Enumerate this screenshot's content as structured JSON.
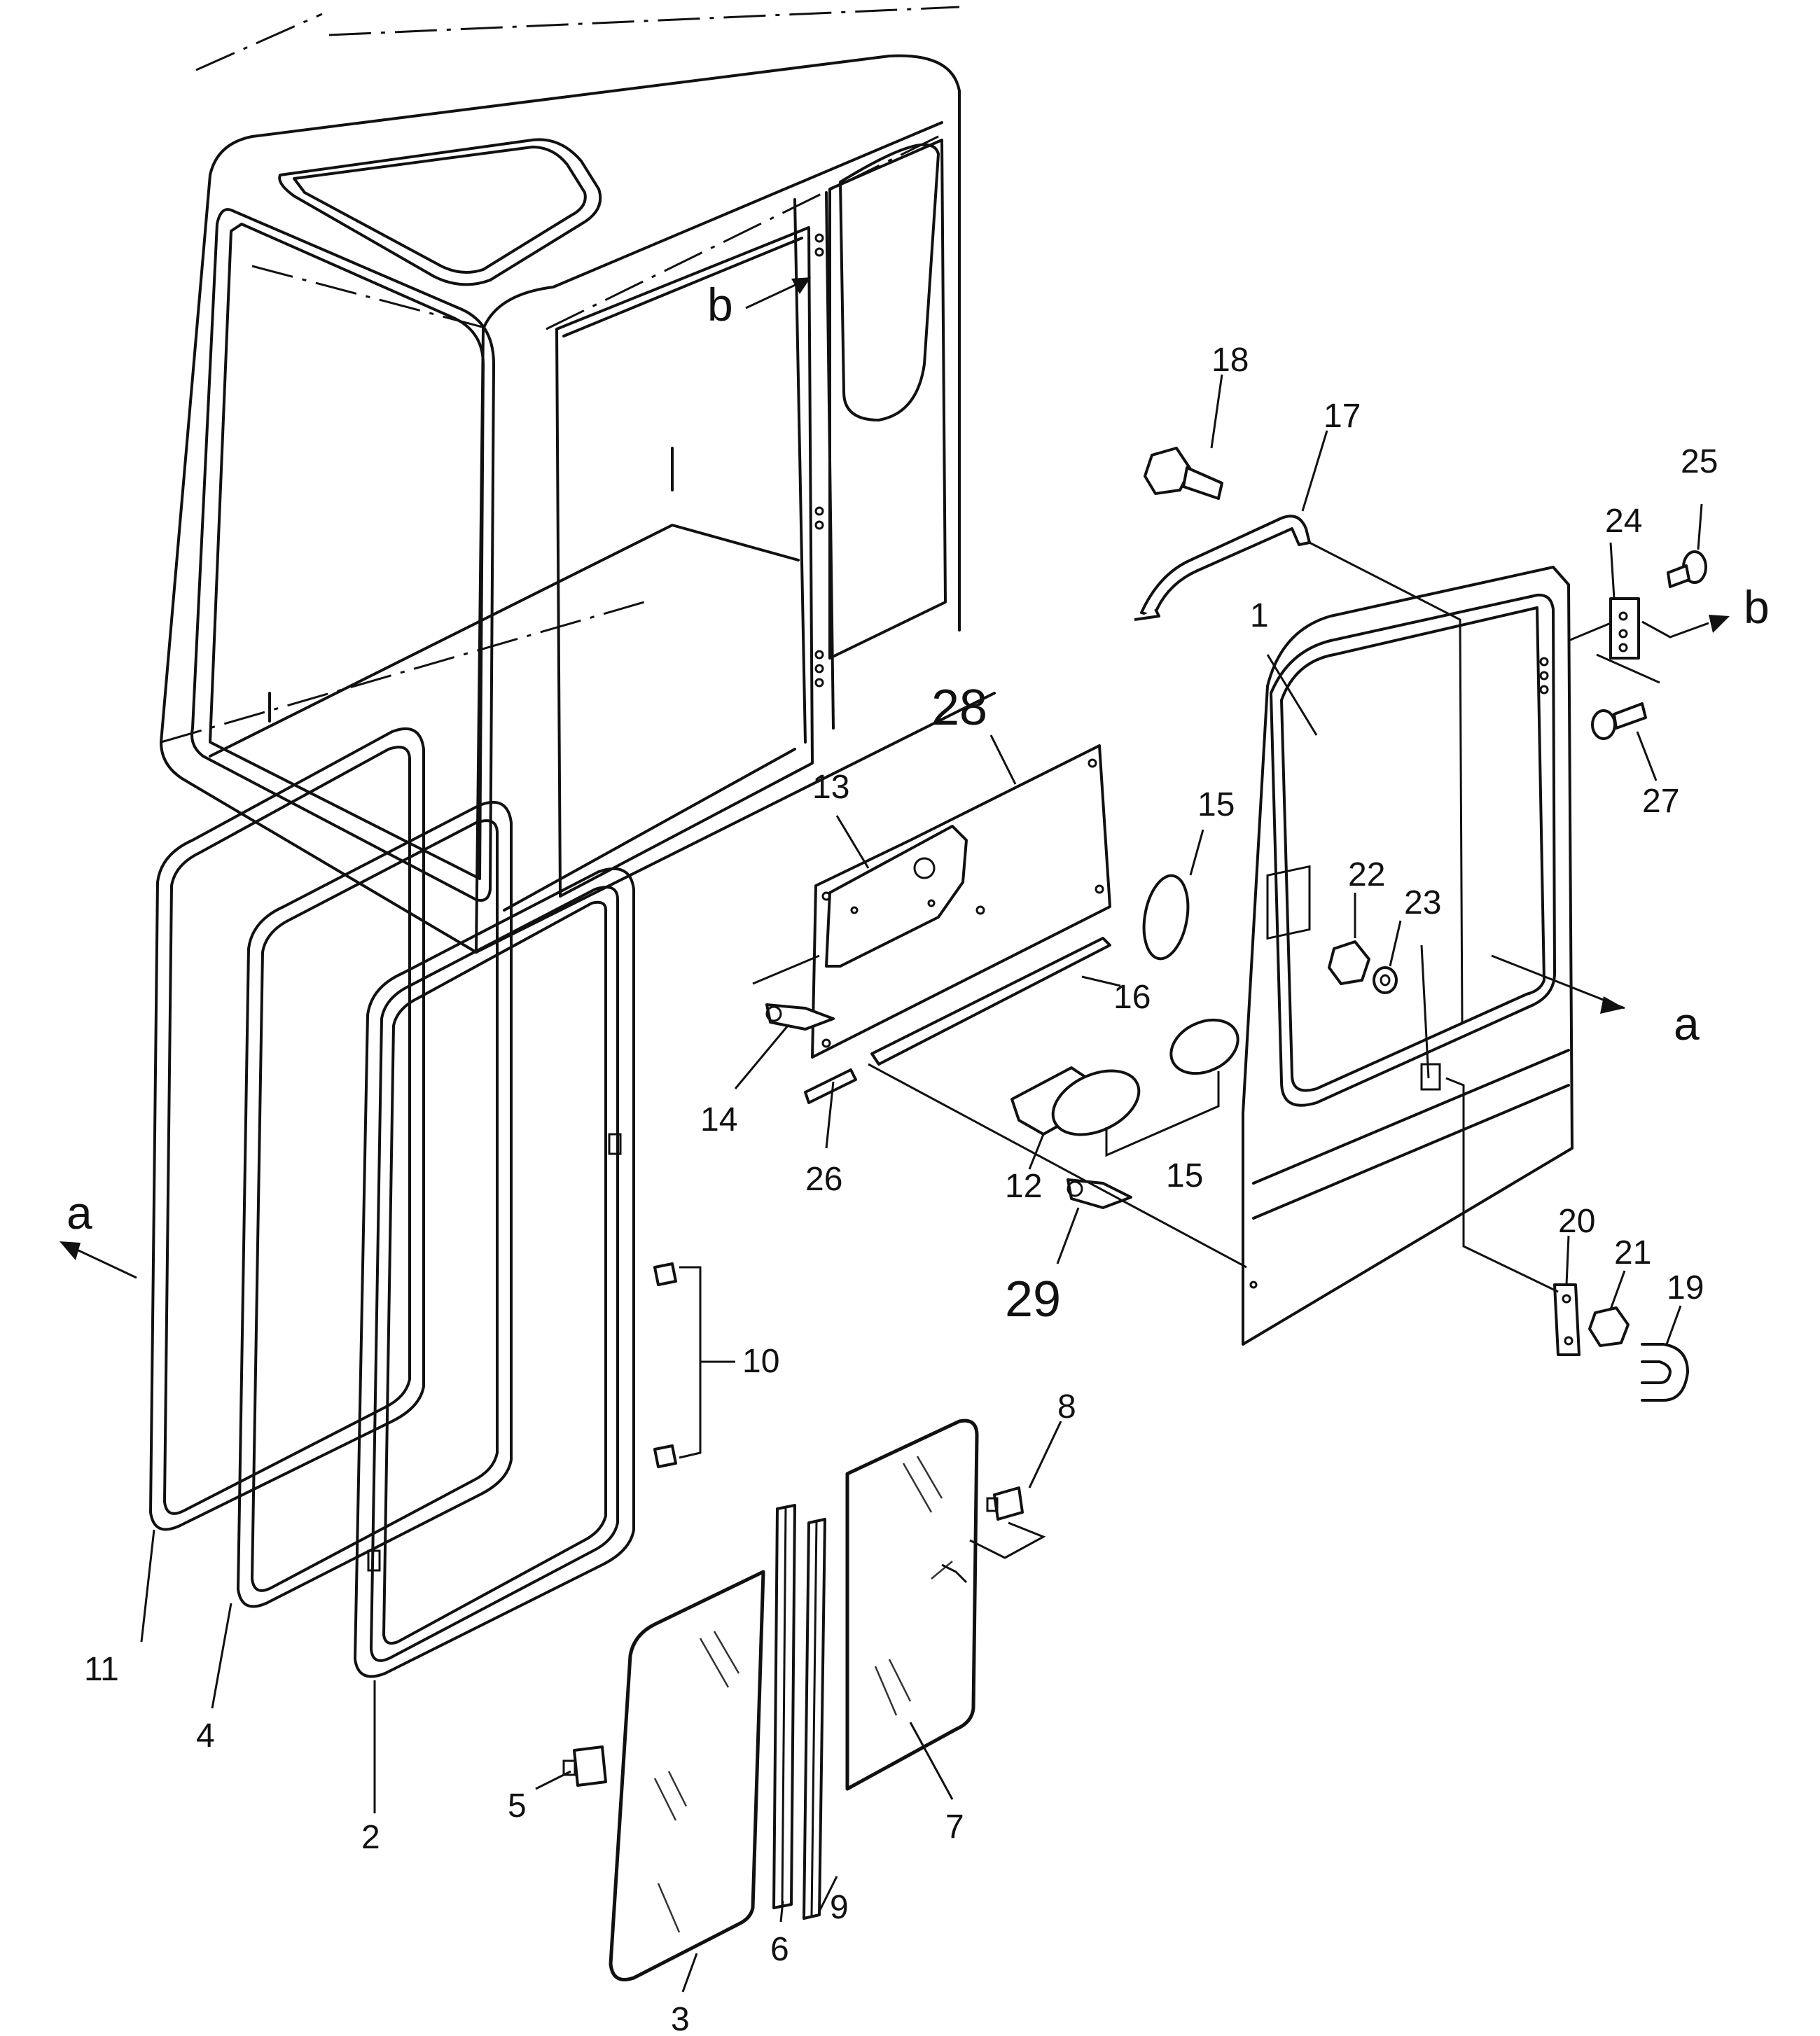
{
  "labels": {
    "p1": "1",
    "p2": "2",
    "p3": "3",
    "p4": "4",
    "p5": "5",
    "p6": "6",
    "p7": "7",
    "p8": "8",
    "p9": "9",
    "p10": "10",
    "p11": "11",
    "p12": "12",
    "p13": "13",
    "p14": "14",
    "p15a": "15",
    "p15b": "15",
    "p16": "16",
    "p17": "17",
    "p18": "18",
    "p19": "19",
    "p20": "20",
    "p21": "21",
    "p22": "22",
    "p23": "23",
    "p24": "24",
    "p25": "25",
    "p26": "26",
    "p27": "27",
    "p28": "28",
    "p29": "29"
  },
  "view_refs": {
    "a_left": "a",
    "a_right": "a",
    "b_cab": "b",
    "b_right": "b"
  }
}
